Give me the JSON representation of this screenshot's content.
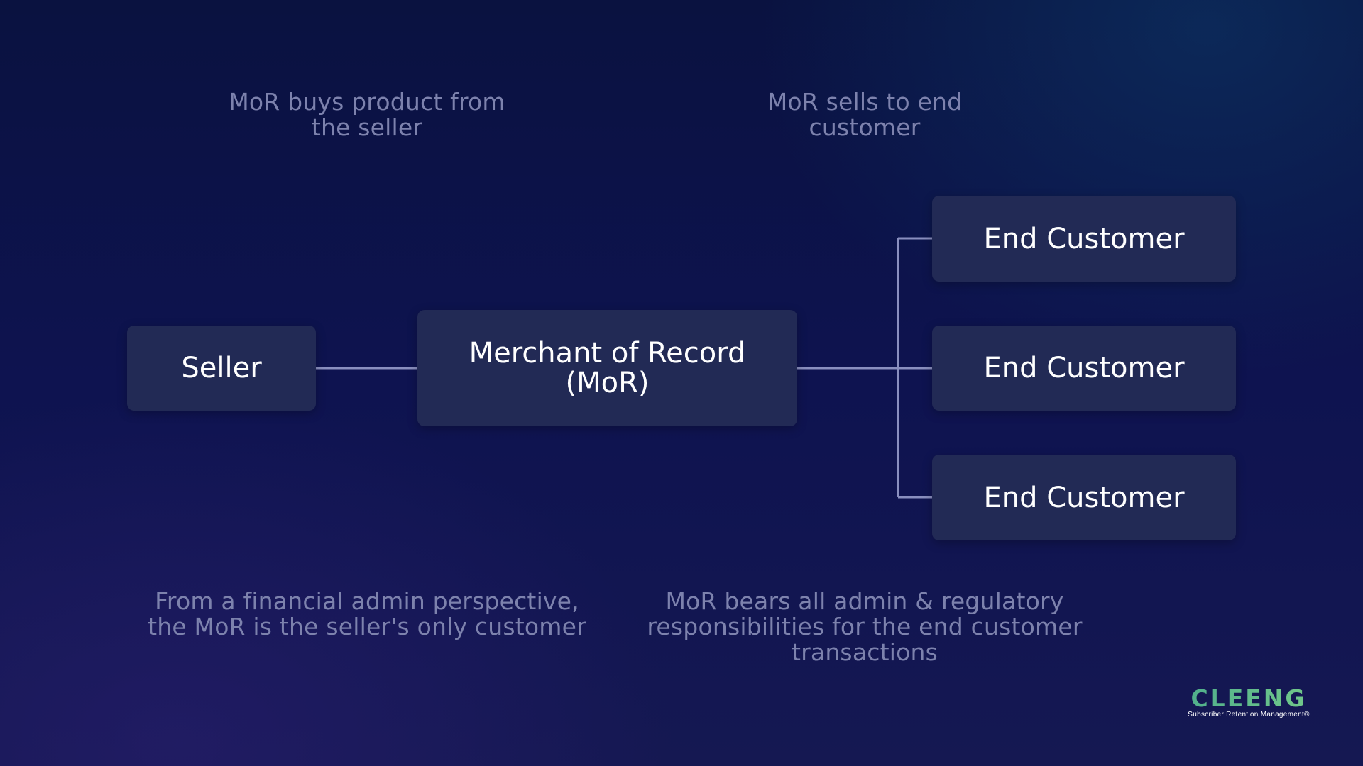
{
  "captions": {
    "top_left": "MoR buys product from\nthe seller",
    "top_right": "MoR sells to end\ncustomer",
    "bottom_left": "From a financial admin perspective,\nthe MoR is the seller's only customer",
    "bottom_right": "MoR bears all admin & regulatory\nresponsibilities for the end customer\ntransactions"
  },
  "nodes": {
    "seller": "Seller",
    "mor": "Merchant of Record\n(MoR)",
    "end_customers": [
      "End Customer",
      "End Customer",
      "End Customer"
    ]
  },
  "logo": {
    "word": "CLEENG",
    "tagline": "Subscriber Retention Management®"
  },
  "colors": {
    "node_fill": "#222a55",
    "connector": "#8a8fbf",
    "caption_text": "#7d82ad",
    "logo_green": "#5cb98a"
  }
}
